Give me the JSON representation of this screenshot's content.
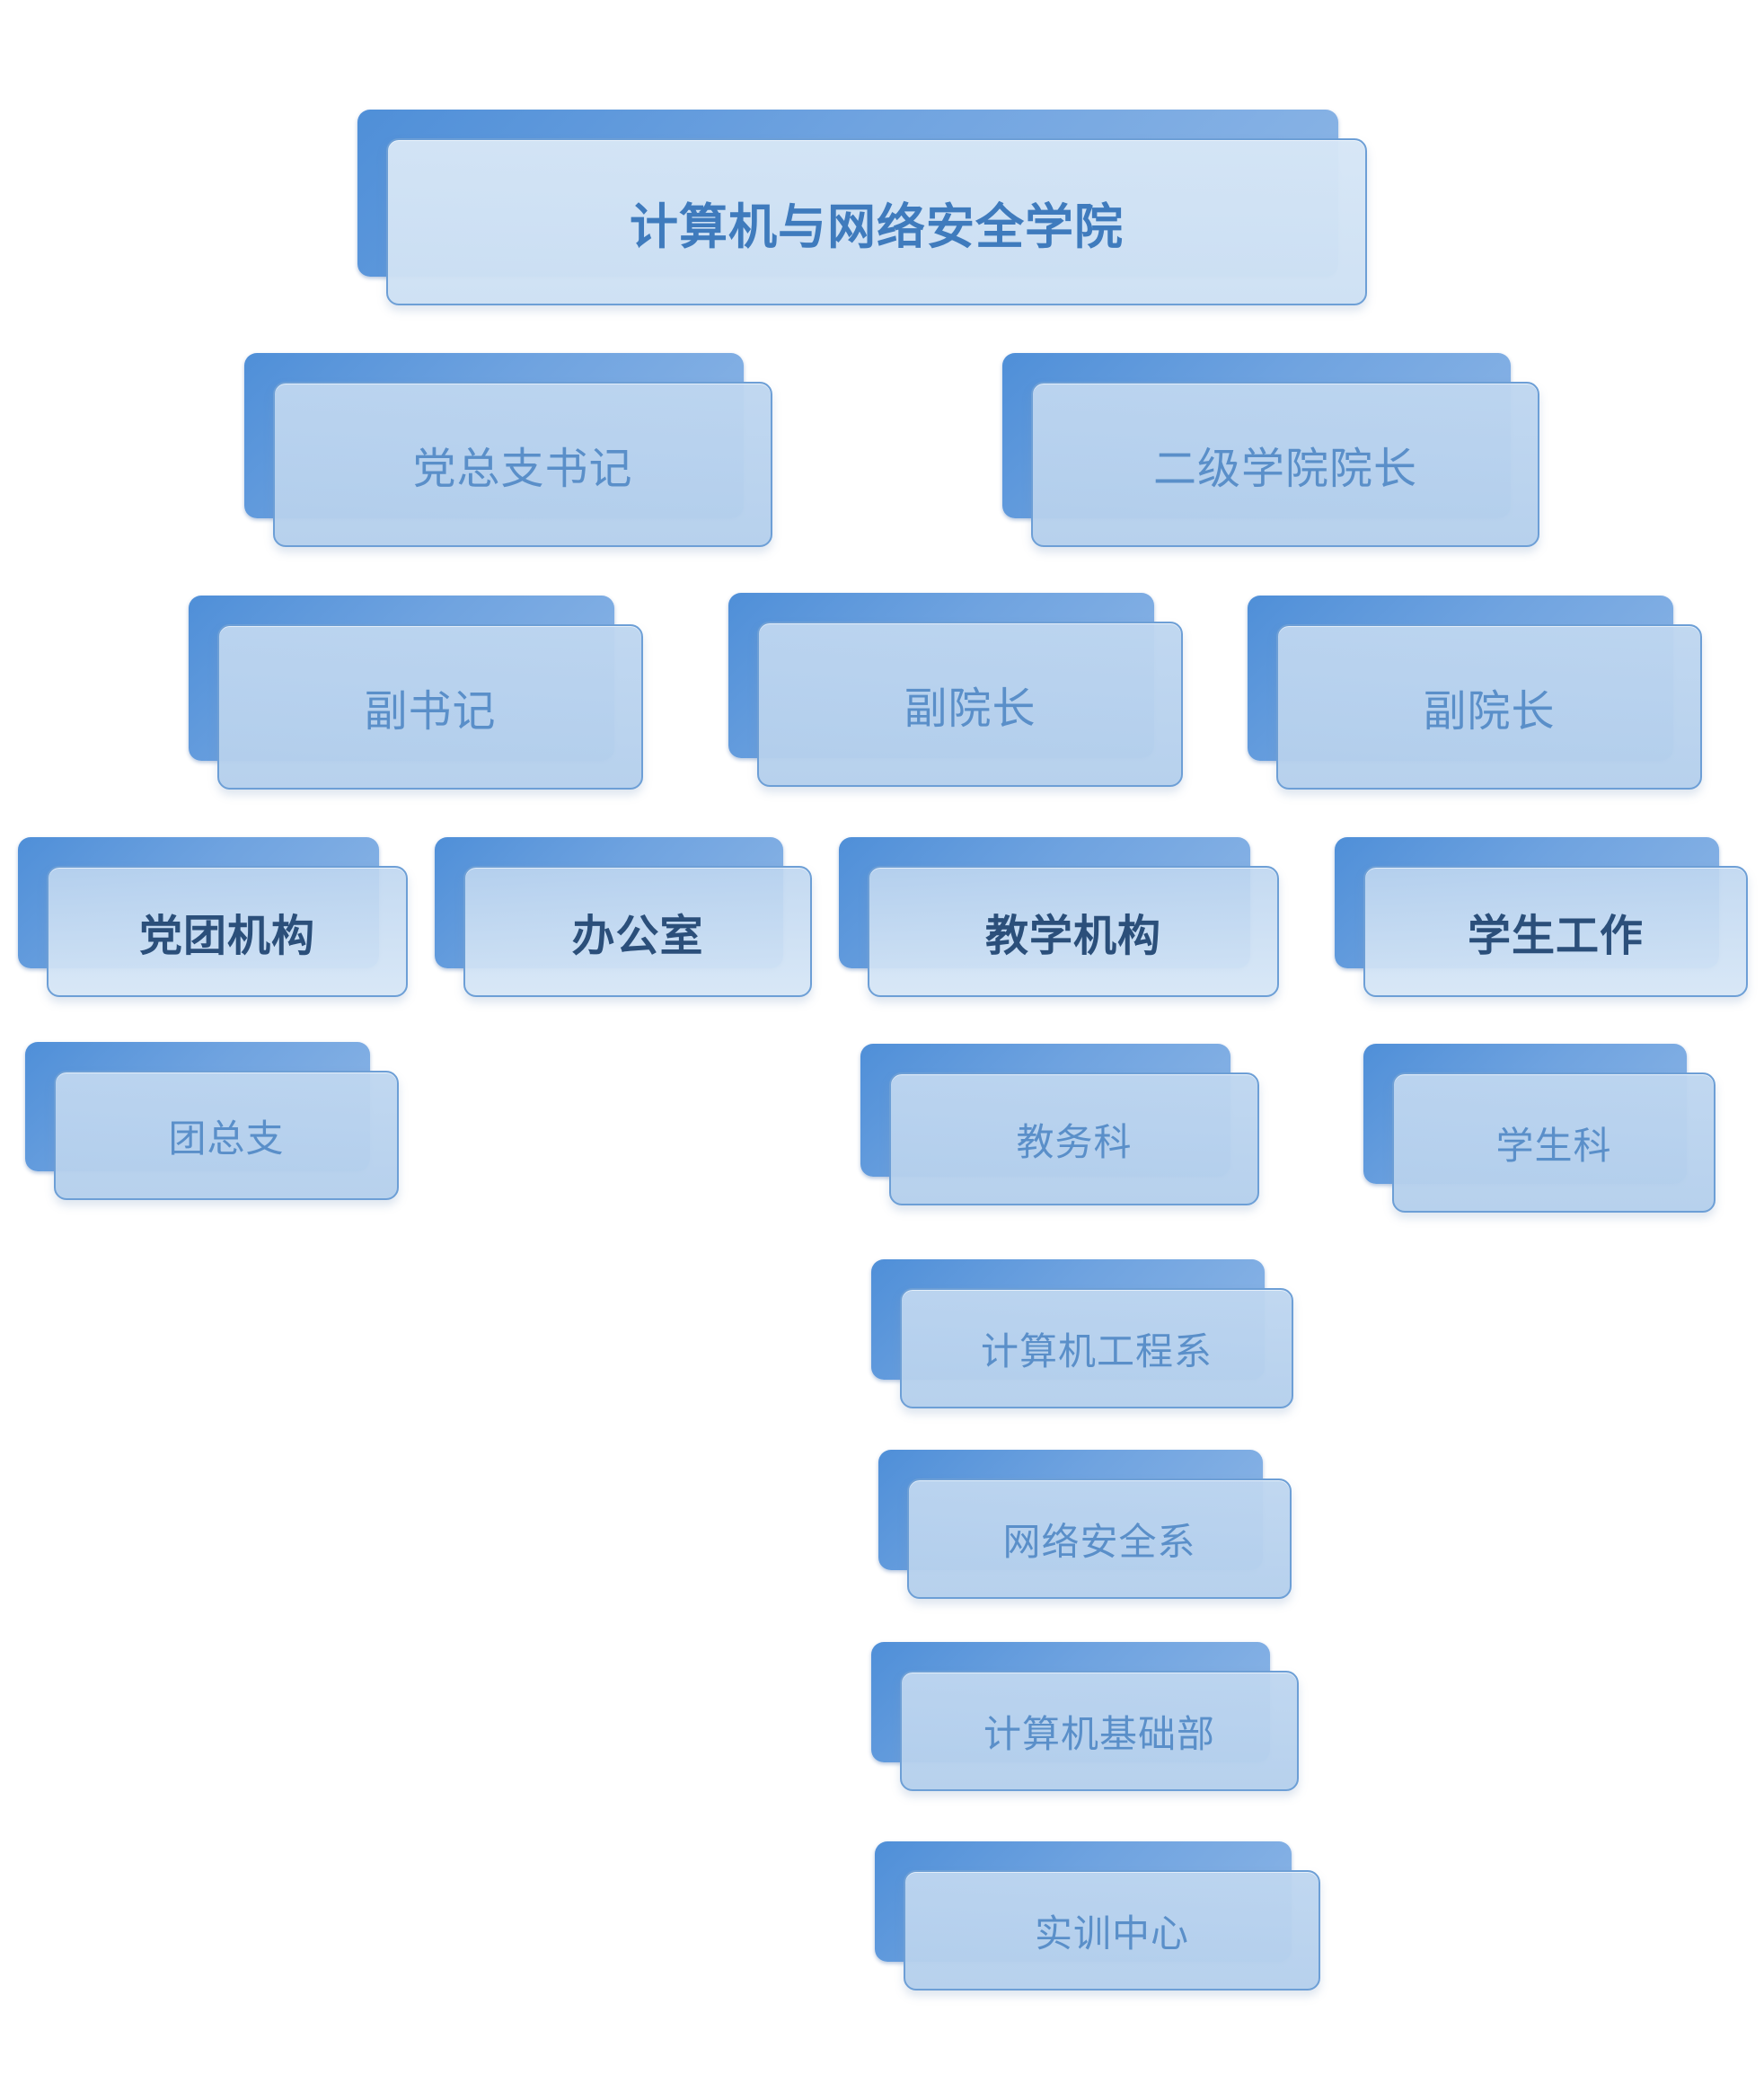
{
  "diagram": {
    "root": {
      "label": "计算机与网络安全学院"
    },
    "level1": [
      {
        "label": "党总支书记"
      },
      {
        "label": "二级学院院长"
      }
    ],
    "level2": [
      {
        "label": "副书记"
      },
      {
        "label": "副院长"
      },
      {
        "label": "副院长"
      }
    ],
    "level3": [
      {
        "label": "党团机构"
      },
      {
        "label": "办公室"
      },
      {
        "label": "教学机构"
      },
      {
        "label": "学生工作"
      }
    ],
    "level4": [
      {
        "label": "团总支"
      },
      {
        "label": "教务科"
      },
      {
        "label": "学生科"
      }
    ],
    "departments": [
      {
        "label": "计算机工程系"
      },
      {
        "label": "网络安全系"
      },
      {
        "label": "计算机基础部"
      },
      {
        "label": "实训中心"
      }
    ]
  }
}
